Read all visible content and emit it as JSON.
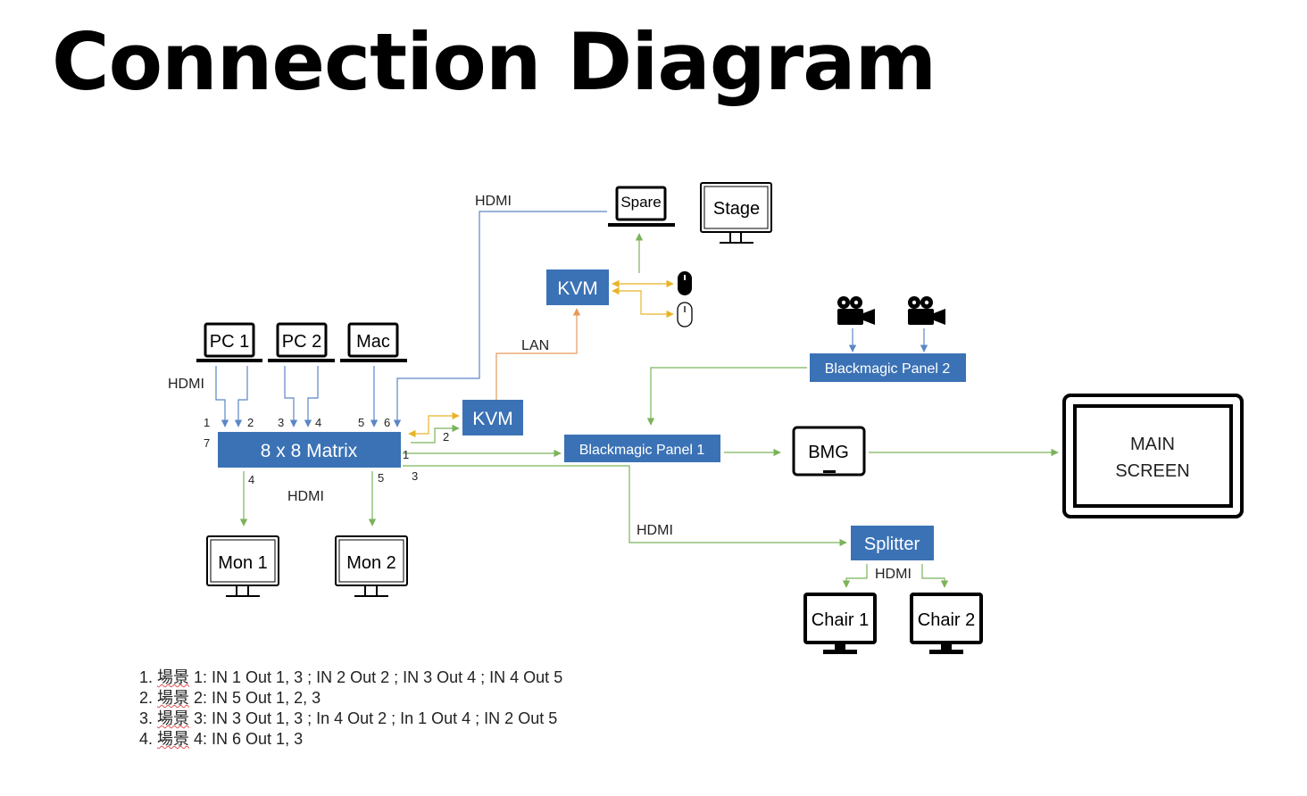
{
  "title": "Connection Diagram",
  "colors": {
    "box": "#3b72b5",
    "box_text": "#ffffff",
    "hdmi_line": "#5b87c5",
    "green_line": "#7bb35a",
    "lan_line": "#e79a5a",
    "usb_line": "#e8b428",
    "device": "#000000"
  },
  "boxes": {
    "matrix": "8 x 8 Matrix",
    "kvm_main": "KVM",
    "kvm_top": "KVM",
    "bm_panel_1": "Blackmagic Panel 1",
    "bm_panel_2": "Blackmagic Panel 2",
    "splitter": "Splitter"
  },
  "devices": {
    "pc1": "PC 1",
    "pc2": "PC 2",
    "mac": "Mac",
    "spare": "Spare",
    "stage": "Stage",
    "mon1": "Mon 1",
    "mon2": "Mon 2",
    "bmg": "BMG",
    "main_line1": "MAIN",
    "main_line2": "SCREEN",
    "chair1": "Chair 1",
    "chair2": "Chair 2"
  },
  "icons": [
    "mouse-icon",
    "mouse-outline-icon",
    "camera-icon",
    "camera-icon"
  ],
  "labels": {
    "hdmi_top": "HDMI",
    "hdmi_left": "HDMI",
    "hdmi_bottom": "HDMI",
    "hdmi_split": "HDMI",
    "hdmi_chairs": "HDMI",
    "lan": "LAN"
  },
  "ports": {
    "in1": "1",
    "in2": "2",
    "in3": "3",
    "in4": "4",
    "in5": "5",
    "in6": "6",
    "in7": "7",
    "out1": "1",
    "out2": "2",
    "out3": "3",
    "out4": "4",
    "out5": "5"
  },
  "notes": [
    {
      "num": "1. ",
      "kw": "場景",
      "text": " 1: IN 1 Out 1, 3 ; IN 2 Out 2 ; IN 3 Out 4 ; IN 4 Out 5"
    },
    {
      "num": "2. ",
      "kw": "場景",
      "text": " 2: IN 5 Out 1, 2, 3"
    },
    {
      "num": "3. ",
      "kw": "場景",
      "text": " 3: IN 3 Out 1, 3 ; In 4 Out 2 ; In 1 Out 4 ; IN 2 Out 5"
    },
    {
      "num": "4. ",
      "kw": "場景",
      "text": " 4: IN 6 Out 1, 3"
    }
  ]
}
